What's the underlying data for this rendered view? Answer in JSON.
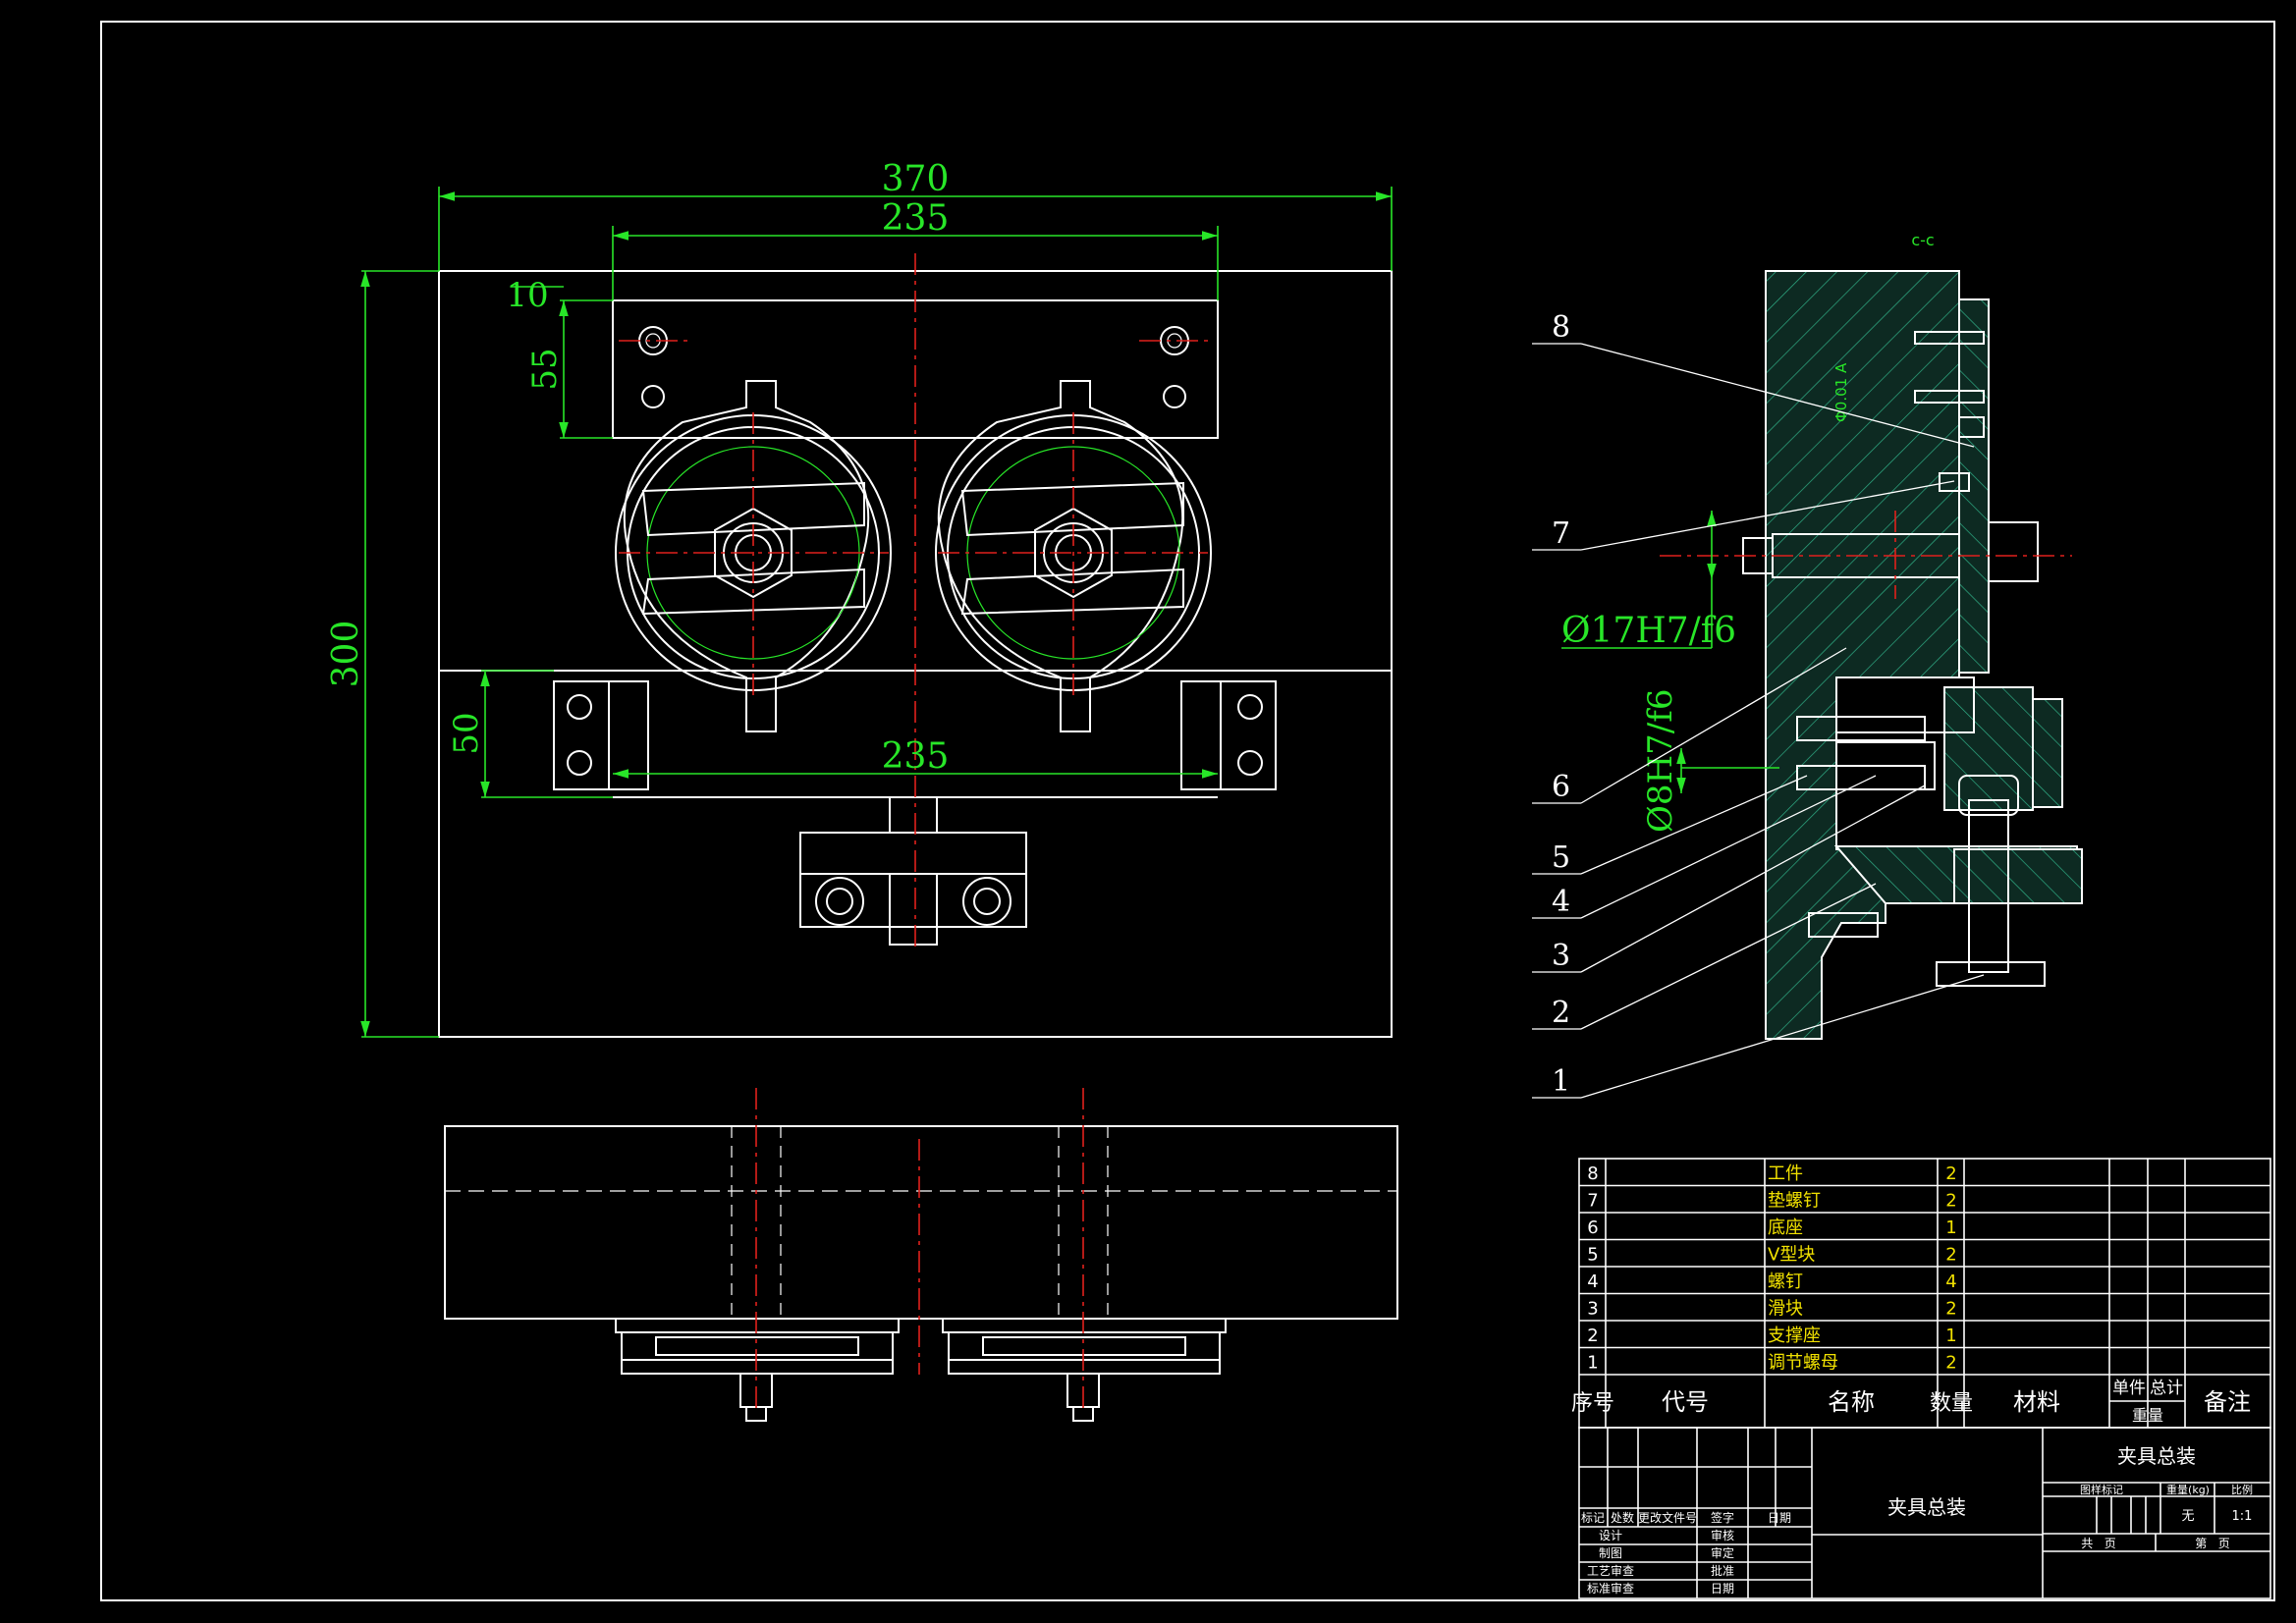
{
  "dimensions": {
    "overall_width": "370",
    "plate_width": "235",
    "top_offset": "10",
    "plate_height": "55",
    "overall_height": "300",
    "lower_height": "50",
    "lower_width": "235",
    "fit_bore": "Ø17H7/f6",
    "fit_pin": "Ø8H7/f6"
  },
  "section_label": "c-c",
  "section_mark": "Φ0.01 A",
  "balloons": [
    "8",
    "7",
    "6",
    "5",
    "4",
    "3",
    "2",
    "1"
  ],
  "bom": {
    "rows": [
      {
        "no": "8",
        "code": "",
        "name": "工件",
        "qty": "2",
        "material": "",
        "unit": "",
        "total": "",
        "remark": ""
      },
      {
        "no": "7",
        "code": "",
        "name": "垫螺钉",
        "qty": "2",
        "material": "",
        "unit": "",
        "total": "",
        "remark": ""
      },
      {
        "no": "6",
        "code": "",
        "name": "底座",
        "qty": "1",
        "material": "",
        "unit": "",
        "total": "",
        "remark": ""
      },
      {
        "no": "5",
        "code": "",
        "name": "V型块",
        "qty": "2",
        "material": "",
        "unit": "",
        "total": "",
        "remark": ""
      },
      {
        "no": "4",
        "code": "",
        "name": "螺钉",
        "qty": "4",
        "material": "",
        "unit": "",
        "total": "",
        "remark": ""
      },
      {
        "no": "3",
        "code": "",
        "name": "滑块",
        "qty": "2",
        "material": "",
        "unit": "",
        "total": "",
        "remark": ""
      },
      {
        "no": "2",
        "code": "",
        "name": "支撑座",
        "qty": "1",
        "material": "",
        "unit": "",
        "total": "",
        "remark": ""
      },
      {
        "no": "1",
        "code": "",
        "name": "调节螺母",
        "qty": "2",
        "material": "",
        "unit": "",
        "total": "",
        "remark": ""
      }
    ],
    "headers": {
      "no": "序号",
      "code": "代号",
      "name": "名称",
      "qty": "数量",
      "material": "材料",
      "unit": "单件",
      "total": "总计",
      "weight": "重量",
      "remark": "备注"
    }
  },
  "title_block": {
    "drawing_title": "夹具总装",
    "part_name": "夹具总装",
    "labels": {
      "mark": "标记",
      "count": "处数",
      "change_doc": "更改文件号",
      "sign": "签字",
      "date": "日期",
      "design": "设计",
      "drafting": "制图",
      "process": "工艺审查",
      "standard": "标准审查",
      "review": "审核",
      "approve_a": "审定",
      "approve_b": "批准",
      "date2": "日期",
      "stage_mark": "图样标记",
      "weight_kg": "重量(kg)",
      "scale": "比例",
      "total_sheets": "共   页",
      "sheet_no": "第   页"
    },
    "weight_value": "无",
    "scale_value": "1:1"
  },
  "colors": {
    "background": "#000000",
    "lines": "#ffffff",
    "dimensions": "#28e628",
    "centerlines": "#e0201c",
    "table_text": "#f2e200"
  }
}
